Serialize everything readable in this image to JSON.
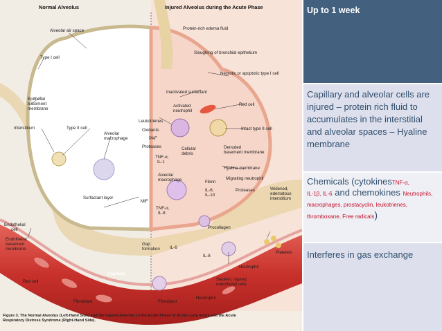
{
  "figure": {
    "headers": {
      "normal": "Normal Alveolus",
      "injured": "Injured Alveolus during the Acute Phase"
    },
    "labels": {
      "alveolar_air_space": "Alveolar air space",
      "protein_rich_edema": "Protein-rich edema fluid",
      "sloughing": "Sloughing of bronchial epithelium",
      "type1_cell": "Type I cell",
      "necrotic": "Necrotic or apoptotic type I cell",
      "epithelial_bm_1": "Epithelial",
      "epithelial_bm_2": "basement",
      "epithelial_bm_3": "membrane",
      "inactivated_surfactant": "Inactivated surfactant",
      "activated_neutrophil_1": "Activated",
      "activated_neutrophil_2": "neutrophil",
      "red_cell_top": "Red cell",
      "leukotrienes": "Leukotrienes",
      "oxidants": "Oxidants",
      "paf": "PAF",
      "proteases_left": "Proteases",
      "interstitium": "Interstitium",
      "type2_cell": "Type II cell",
      "alveolar_macrophage_1": "Alveolar",
      "alveolar_macrophage_2": "macrophage",
      "intact_type2": "Intact type II cell",
      "cellular_debris_1": "Cellular",
      "cellular_debris_2": "debris",
      "denuded_bm_1": "Denuded",
      "denuded_bm_2": "basement membrane",
      "tnf_il1_1": "TNF-α,",
      "tnf_il1_2": "IL-1",
      "hyaline_membrane": "Hyaline membrane",
      "alv_macro_inj_1": "Alveolar",
      "alv_macro_inj_2": "macrophage",
      "fibrin": "Fibrin",
      "migrating_neutrophil": "Migrating neutrophil",
      "il6_il10_1": "IL-6,",
      "il6_il10_2": "IL-10",
      "proteases_right": "Proteases",
      "widened_1": "Widened,",
      "widened_2": "edematous",
      "widened_3": "interstitium",
      "surfactant_layer": "Surfactant layer",
      "mif": "MIF",
      "tnf_il8_1": "TNF-α,",
      "tnf_il8_2": "IL-8",
      "endothelial_cell_1": "Endothelial",
      "endothelial_cell_2": "cell",
      "procollagen": "Procollagen",
      "endothelial_bm_1": "Endothelial",
      "endothelial_bm_2": "basement",
      "endothelial_bm_3": "membrane",
      "gap_formation_1": "Gap",
      "gap_formation_2": "formation",
      "il6": "IL-6",
      "platelets": "Platelets",
      "il8": "IL-8",
      "neutrophil_right": "Neutrophil",
      "red_cell_bottom": "Red cell",
      "capillary": "Capillary",
      "swollen_1": "Swollen, injured",
      "swollen_2": "endothelial cells",
      "fibroblast_left": "Fibroblast",
      "fibroblast_right": "Fibroblast",
      "neutrophil_bottom": "Neutrophil"
    },
    "caption_lead": "Figure 3. The Normal Alveolus (Left-Hand Side) and the Injured Alveolus in the Acute Phase of Acute Lung Injury and the Acute",
    "caption_line2": "Respiratory Distress Syndrome (Right-Hand Side)."
  },
  "panel": {
    "phase": "Up to 1 week",
    "description": "Capillary and alveolar cells are injured – protein rich fluid to accumulates in the interstitial and alveolar spaces – Hyaline membrane",
    "chem_lead": "Chemicals (cytokines",
    "cytokines_a": "TNF-α,",
    "cytokines_b": "IL-1β, IL-6",
    "chem_mid": " and chemokines",
    "cells_list": "Neutrophils, macrophages, prostacyclin, leukotrienes, thromboxane, Free radicals",
    "close_paren": ")",
    "gas_exchange": "Interferes in gas exchange"
  },
  "colors": {
    "panel_dark": "#44607f",
    "panel_light": "#dde0ec",
    "panel_text": "#2f4d6d",
    "cytokine_red": "#c7102b",
    "capillary_red": "#c8312b"
  }
}
